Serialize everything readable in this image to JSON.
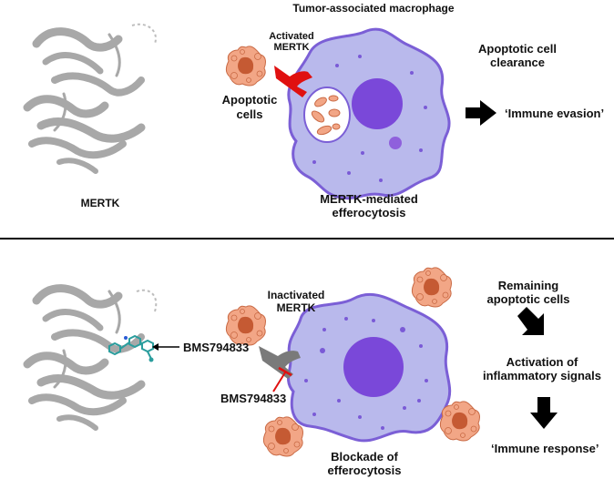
{
  "top": {
    "title": "Tumor-associated macrophage",
    "protein_label": "MERTK",
    "receptor_label_line1": "Activated",
    "receptor_label_line2": "MERTK",
    "apoptotic_line1": "Apoptotic",
    "apoptotic_line2": "cells",
    "process_line1": "MERTK-mediated",
    "process_line2": "efferocytosis",
    "clearance_line1": "Apoptotic cell",
    "clearance_line2": "clearance",
    "outcome": "‘Immune evasion’"
  },
  "bottom": {
    "drug_label": "BMS794833",
    "receptor_label_line1": "Inactivated",
    "receptor_label_line2": "MERTK",
    "inhibitor_label": "BMS794833",
    "process_line1": "Blockade of",
    "process_line2": "efferocytosis",
    "remaining_line1": "Remaining",
    "remaining_line2": "apoptotic cells",
    "activation_line1": "Activation of",
    "activation_line2": "inflammatory signals",
    "outcome": "‘Immune response’"
  },
  "colors": {
    "macrophage_fill": "#b9b9ec",
    "macrophage_border": "#7b5fd6",
    "nucleus": "#7a48d9",
    "active_receptor": "#e01010",
    "inactive_receptor": "#7a7a7a",
    "apoptotic_cell": "#f2a686",
    "apoptotic_core": "#c55a33",
    "arrow": "#000000"
  }
}
